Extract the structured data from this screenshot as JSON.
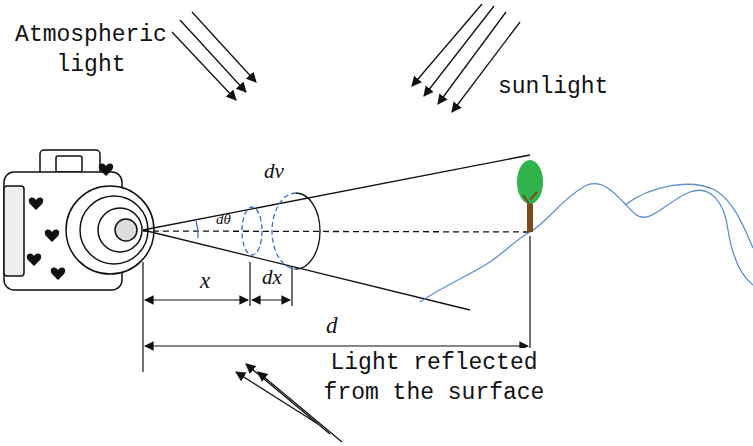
{
  "diagram": {
    "labels": [
      "Atmospheric light",
      "sunlight",
      "dv",
      "dθ",
      "x",
      "dx",
      "d",
      "Light reflected from the surface"
    ]
  }
}
